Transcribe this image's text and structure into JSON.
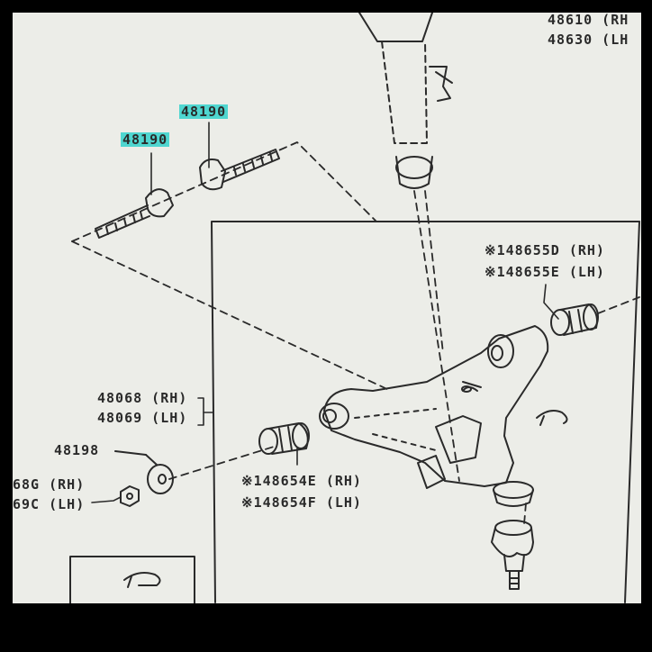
{
  "labels": {
    "shock_rh": "48610 (RH",
    "shock_lh": "48630 (LH",
    "bolt_upper": "48190",
    "bolt_lower": "48190",
    "rear_bushing_rh": "※148655D (RH)",
    "rear_bushing_lh": "※148655E (LH)",
    "arm_rh": "48068 (RH)",
    "arm_lh": "48069 (LH)",
    "cam_plate": "48198",
    "nut_rh": "68G (RH)",
    "nut_lh": "69C (LH)",
    "front_bushing_rh": "※148654E (RH)",
    "front_bushing_lh": "※148654F (LH)"
  },
  "colors": {
    "paper": "#ecede8",
    "ink": "#2a2a2a",
    "highlight": "#4fd6d0",
    "frame": "#000000"
  },
  "icons": {
    "shock_absorber": "shock-absorber-icon",
    "bolt": "bolt-icon",
    "bushing": "bushing-icon",
    "control_arm": "lower-control-arm-icon",
    "ball_joint": "ball-joint-icon",
    "cam_washer": "cam-washer-icon",
    "nut": "nut-icon",
    "clip": "clip-icon"
  }
}
